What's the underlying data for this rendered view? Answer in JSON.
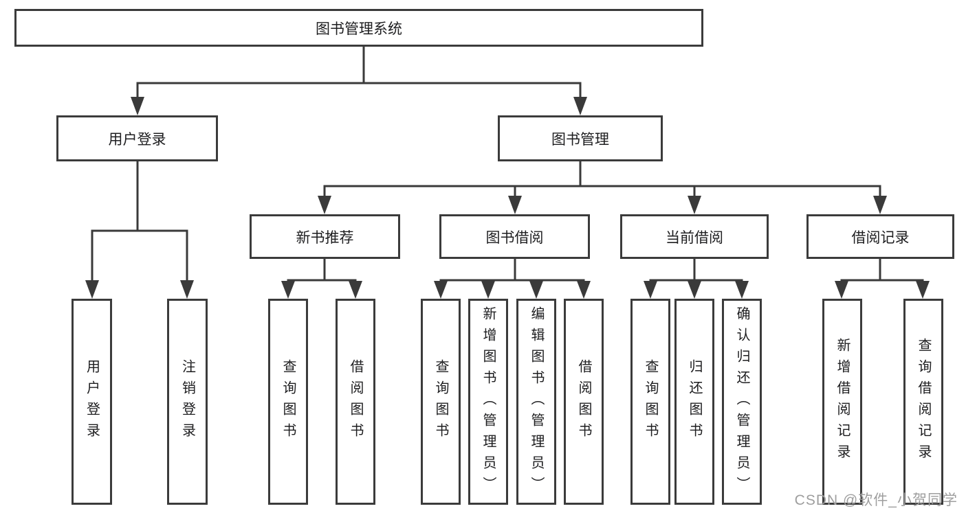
{
  "root": "图书管理系统",
  "level2": [
    "用户登录",
    "图书管理"
  ],
  "level3": [
    "新书推荐",
    "图书借阅",
    "当前借阅",
    "借阅记录"
  ],
  "level4": {
    "user_login": [
      "用户登录",
      "注销登录"
    ],
    "new_book_recommend": [
      "查询图书",
      "借阅图书"
    ],
    "book_borrowing": [
      "查询图书",
      "新增图书（管理员）",
      "编辑图书（管理员）",
      "借阅图书"
    ],
    "current_borrowing": [
      "查询图书",
      "归还图书",
      "确认归还（管理员）"
    ],
    "borrowing_records": [
      "新增借阅记录",
      "查询借阅记录"
    ]
  },
  "watermark": "CSDN @软件_小贺同学",
  "colors": {
    "line": "#3a3a3a",
    "text": "#1d1d1f",
    "watermark": "#9e9e9e",
    "background": "#ffffff"
  }
}
